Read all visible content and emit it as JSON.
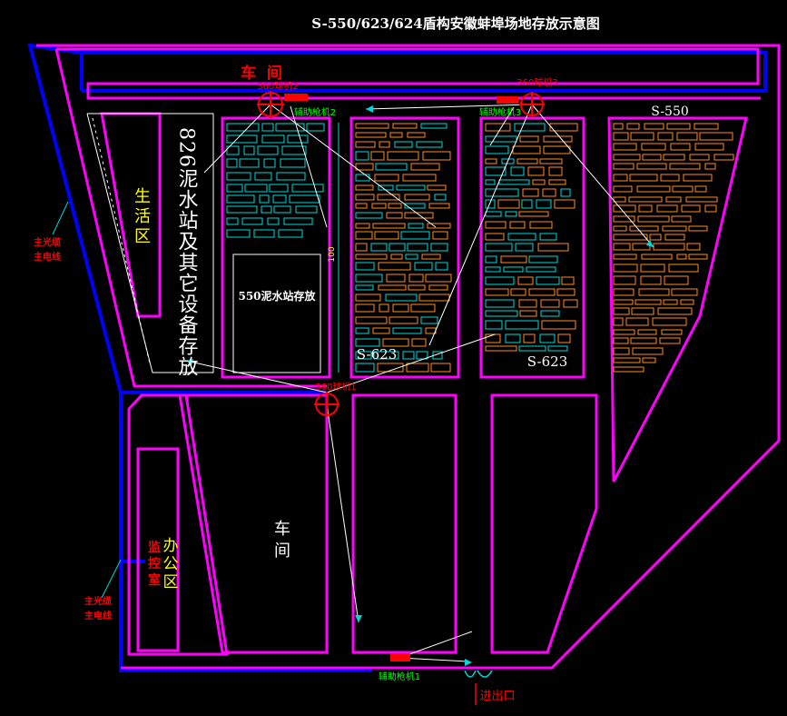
{
  "diagram": {
    "title": "S-550/623/624盾构安徽蚌埠场地存放示意图",
    "areas": {
      "workshop_top": "车  间",
      "workshop_bottom": [
        "车",
        "间"
      ],
      "living": [
        "生",
        "活",
        "区"
      ],
      "office": [
        "办",
        "公",
        "区"
      ],
      "monitor": [
        "监",
        "控",
        "室"
      ],
      "slurry_826": "826泥水站及其它设备存放",
      "slurry_550": "550泥水站存放",
      "s623_left": "S-623",
      "s623_right": "S-623",
      "s550": "S-550",
      "gate": "进出口",
      "dim_100": "100"
    },
    "cameras": {
      "dome1": "360球机1",
      "dome2": "360球机2",
      "dome3": "360球机3",
      "bullet1": "辅助枪机1",
      "bullet2": "辅助枪机2",
      "bullet3": "辅助枪机3"
    },
    "cable_labels": {
      "upper": [
        "主光缆",
        "主电线"
      ],
      "lower": [
        "主光缆",
        "主电线"
      ]
    },
    "colors": {
      "background": "#000000",
      "boundary": "#ff00ff",
      "cable": "#0000ff",
      "camera": "#ff0000",
      "camera_label": "#00ff00",
      "text": "#ffffff",
      "equipment_orange": "#ff8c1a",
      "equipment_cyan": "#00d8d8",
      "cable_label": "#ff0000"
    }
  }
}
